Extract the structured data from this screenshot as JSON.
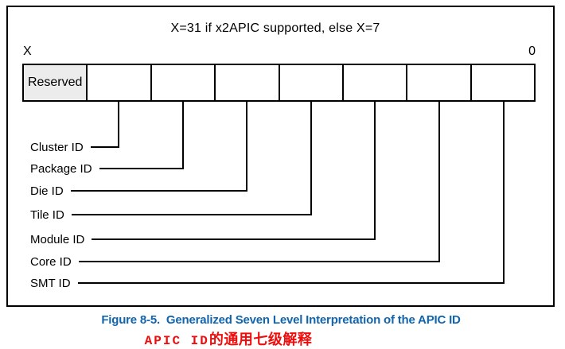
{
  "figure": {
    "note": "X=31 if x2APIC supported, else X=7",
    "high_bit_label": "X",
    "low_bit_label": "0",
    "reserved_label": "Reserved",
    "fields": [
      "Cluster ID",
      "Package ID",
      "Die ID",
      "Tile ID",
      "Module ID",
      "Core ID",
      "SMT ID"
    ]
  },
  "caption": {
    "en": "Figure 8-5.  Generalized Seven Level Interpretation of the APIC ID",
    "zh_prefix": "APIC ID",
    "zh_text": "的通用七级解释"
  },
  "colors": {
    "caption_blue": "#1065ae",
    "caption_red": "#ee0d0d",
    "reserved_bg": "#ececec",
    "line_black": "#000000"
  }
}
